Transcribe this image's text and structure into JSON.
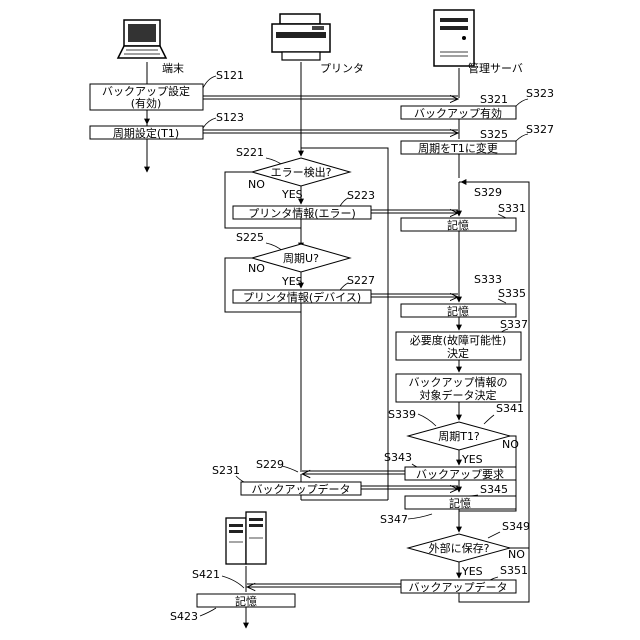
{
  "devices": {
    "terminal": "端末",
    "printer": "プリンタ",
    "server": "管理サーバ"
  },
  "steps": {
    "s121": "S121",
    "s123": "S123",
    "s221": "S221",
    "s223": "S223",
    "s225": "S225",
    "s227": "S227",
    "s229": "S229",
    "s231": "S231",
    "s321": "S321",
    "s323": "S323",
    "s325": "S325",
    "s327": "S327",
    "s329": "S329",
    "s331": "S331",
    "s333": "S333",
    "s335": "S335",
    "s337": "S337",
    "s339": "S339",
    "s341": "S341",
    "s343": "S343",
    "s345": "S345",
    "s347": "S347",
    "s349": "S349",
    "s351": "S351",
    "s421": "S421",
    "s423": "S423"
  },
  "boxes": {
    "backup_setting_1": "バックアップ設定",
    "backup_setting_2": "(有効)",
    "cycle_setting": "周期設定(T1)",
    "backup_enabled": "バックアップ有効",
    "change_cycle": "周期をT1に変更",
    "printer_info_error": "プリンタ情報(エラー)",
    "store_1": "記憶",
    "printer_info_device": "プリンタ情報(デバイス)",
    "store_2": "記憶",
    "need_1": "必要度(故障可能性)",
    "need_2": "決定",
    "backup_target_1": "バックアップ情報の",
    "backup_target_2": "対象データ決定",
    "backup_request": "バックアップ要求",
    "backup_data_printer": "バックアップデータ",
    "store_3": "記憶",
    "backup_data_server": "バックアップデータ",
    "store_4": "記憶"
  },
  "decisions": {
    "error_detect": "エラー検出?",
    "cycle_u": "周期U?",
    "cycle_t1": "周期T1?",
    "save_external": "外部に保存?"
  },
  "branches": {
    "yes": "YES",
    "no": "NO"
  }
}
